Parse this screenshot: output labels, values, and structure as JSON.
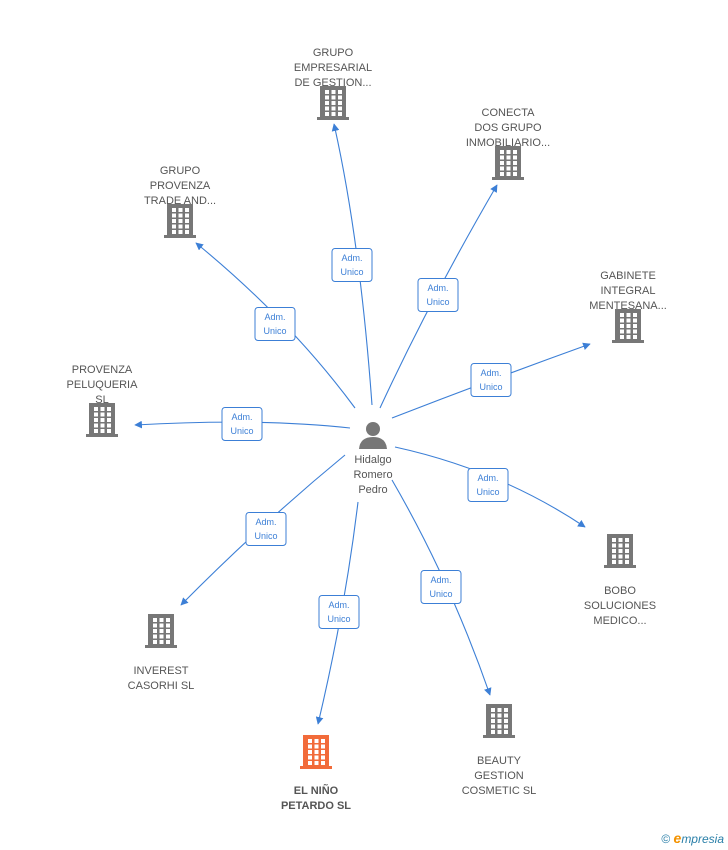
{
  "center": {
    "label_lines": [
      "Hidalgo",
      "Romero",
      "Pedro"
    ],
    "icon": "person-icon"
  },
  "companies": [
    {
      "id": "grupo-empresarial",
      "label_lines": [
        "GRUPO",
        "EMPRESARIAL",
        "DE GESTION..."
      ],
      "icon": "building-icon",
      "highlight": false,
      "relation": [
        "Adm.",
        "Unico"
      ]
    },
    {
      "id": "conecta-dos",
      "label_lines": [
        "CONECTA",
        "DOS GRUPO",
        "INMOBILIARIO..."
      ],
      "icon": "building-icon",
      "highlight": false,
      "relation": [
        "Adm.",
        "Unico"
      ]
    },
    {
      "id": "grupo-provenza",
      "label_lines": [
        "GRUPO",
        "PROVENZA",
        "TRADE AND..."
      ],
      "icon": "building-icon",
      "highlight": false,
      "relation": [
        "Adm.",
        "Unico"
      ]
    },
    {
      "id": "gabinete-integral",
      "label_lines": [
        "GABINETE",
        "INTEGRAL",
        "MENTESANA..."
      ],
      "icon": "building-icon",
      "highlight": false,
      "relation": [
        "Adm.",
        "Unico"
      ]
    },
    {
      "id": "provenza-peluqueria",
      "label_lines": [
        "PROVENZA",
        "PELUQUERIA",
        "SL"
      ],
      "icon": "building-icon",
      "highlight": false,
      "relation": [
        "Adm.",
        "Unico"
      ]
    },
    {
      "id": "bobo-soluciones",
      "label_lines": [
        "BOBO",
        "SOLUCIONES",
        "MEDICO..."
      ],
      "icon": "building-icon",
      "highlight": false,
      "relation": [
        "Adm.",
        "Unico"
      ]
    },
    {
      "id": "inverest-casorhi",
      "label_lines": [
        "INVEREST",
        "CASORHI SL"
      ],
      "icon": "building-icon",
      "highlight": false,
      "relation": [
        "Adm.",
        "Unico"
      ]
    },
    {
      "id": "el-nino-petardo",
      "label_lines": [
        "EL NIÑO",
        "PETARDO SL"
      ],
      "icon": "building-icon",
      "highlight": true,
      "relation": [
        "Adm.",
        "Unico"
      ]
    },
    {
      "id": "beauty-gestion",
      "label_lines": [
        "BEAUTY",
        "GESTION",
        "COSMETIC SL"
      ],
      "icon": "building-icon",
      "highlight": false,
      "relation": [
        "Adm.",
        "Unico"
      ]
    }
  ],
  "colors": {
    "edge": "#3c7fd6",
    "building": "#777777",
    "building_highlight": "#f26b3a",
    "person": "#777777",
    "label": "#555555"
  },
  "footer": {
    "copyright_symbol": "©",
    "brand_initial": "e",
    "brand_rest": "mpresia"
  }
}
